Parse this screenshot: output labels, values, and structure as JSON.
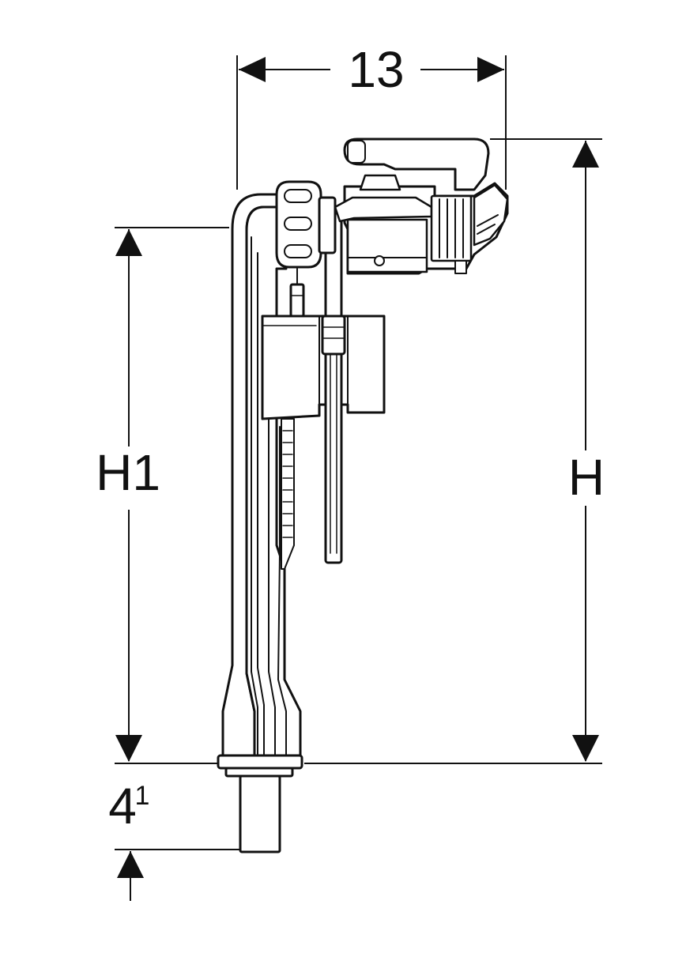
{
  "diagram": {
    "dimensions": {
      "width_label": "13",
      "h1_label": "H1",
      "h_label": "H",
      "bottom_label_main": "4",
      "bottom_label_sup": "1"
    },
    "colors": {
      "stroke": "#111111",
      "fill": "#ffffff",
      "shade": "#f2f2f2"
    }
  }
}
